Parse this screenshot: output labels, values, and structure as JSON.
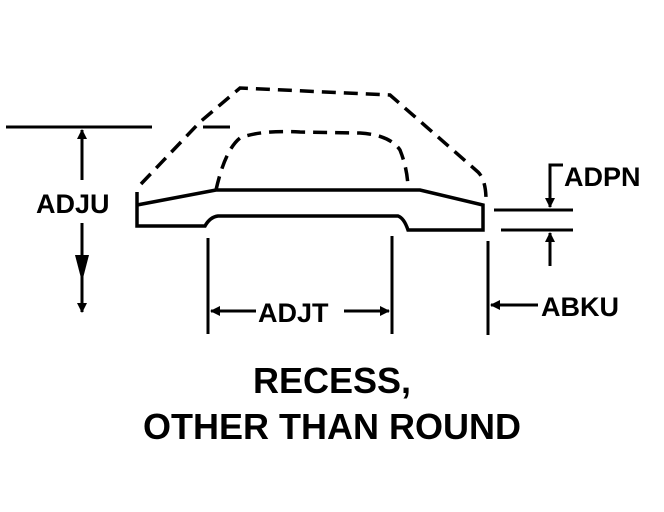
{
  "diagram": {
    "title_line1": "RECESS,",
    "title_line2": "OTHER THAN ROUND",
    "dimensions": {
      "height": "ADJU",
      "width": "ADJT",
      "thickness": "ADPN",
      "offset": "ABKU"
    },
    "colors": {
      "line": "#000000",
      "background": "#ffffff"
    }
  }
}
